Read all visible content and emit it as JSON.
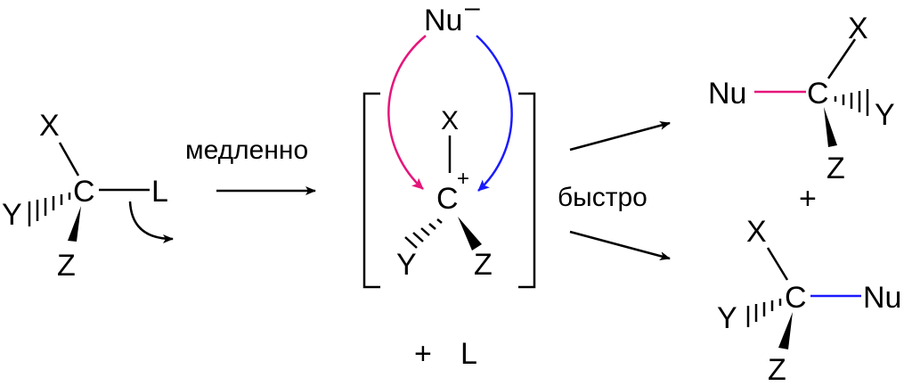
{
  "reactant": {
    "x": "X",
    "y": "Y",
    "c": "C",
    "z": "Z",
    "l": "L"
  },
  "step1": {
    "label": "медленно"
  },
  "intermediate": {
    "nu": "Nu",
    "charge_minus": "–",
    "x": "X",
    "c": "C",
    "charge_plus": "+",
    "y": "Y",
    "z": "Z"
  },
  "byproduct": {
    "plus": "+",
    "l": "L"
  },
  "step2": {
    "label": "быстро"
  },
  "product1": {
    "nu": "Nu",
    "c": "C",
    "x": "X",
    "y": "Y",
    "z": "Z"
  },
  "products_plus": "+",
  "product2": {
    "x": "X",
    "y": "Y",
    "c": "C",
    "nu": "Nu",
    "z": "Z"
  },
  "colors": {
    "pink": "#e6157a",
    "blue": "#1a1aff",
    "black": "#000000"
  }
}
